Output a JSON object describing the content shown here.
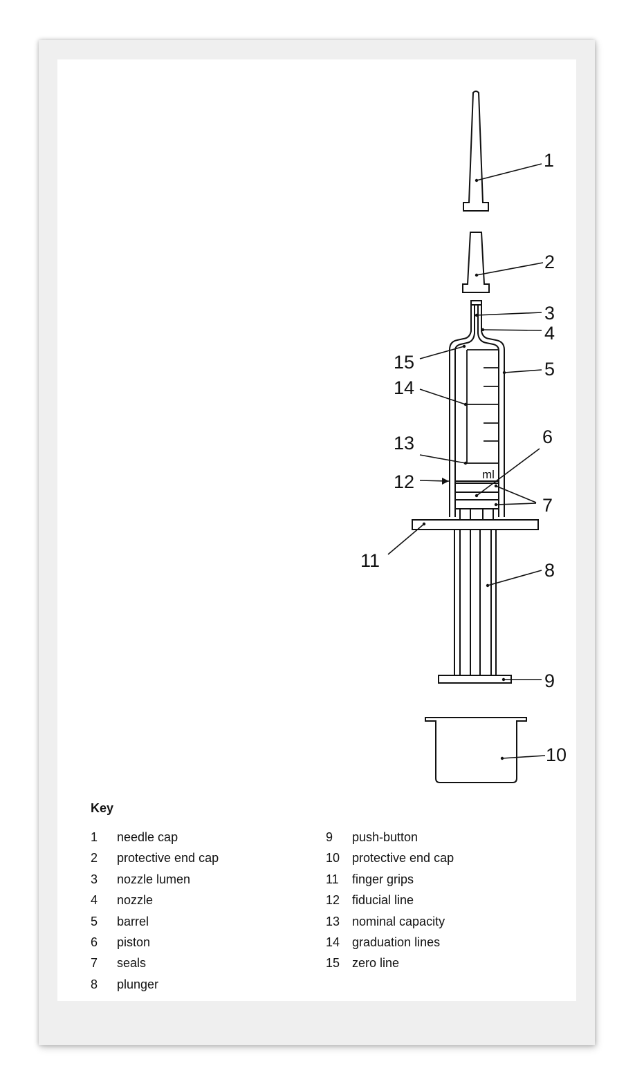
{
  "callouts": [
    "1",
    "2",
    "3",
    "4",
    "5",
    "6",
    "7",
    "8",
    "9",
    "10",
    "11",
    "12",
    "13",
    "14",
    "15"
  ],
  "unit_label": "ml",
  "key": {
    "title": "Key",
    "left_column": [
      {
        "num": "1",
        "text": "needle cap"
      },
      {
        "num": "2",
        "text": "protective end cap"
      },
      {
        "num": "3",
        "text": "nozzle lumen"
      },
      {
        "num": "4",
        "text": "nozzle"
      },
      {
        "num": "5",
        "text": "barrel"
      },
      {
        "num": "6",
        "text": "piston"
      },
      {
        "num": "7",
        "text": "seals"
      },
      {
        "num": "8",
        "text": "plunger"
      }
    ],
    "right_column": [
      {
        "num": "9",
        "text": "push-button"
      },
      {
        "num": "10",
        "text": "protective end cap"
      },
      {
        "num": "11",
        "text": "finger grips"
      },
      {
        "num": "12",
        "text": "fiducial line"
      },
      {
        "num": "13",
        "text": "nominal capacity"
      },
      {
        "num": "14",
        "text": "graduation lines"
      },
      {
        "num": "15",
        "text": "zero line"
      }
    ]
  }
}
